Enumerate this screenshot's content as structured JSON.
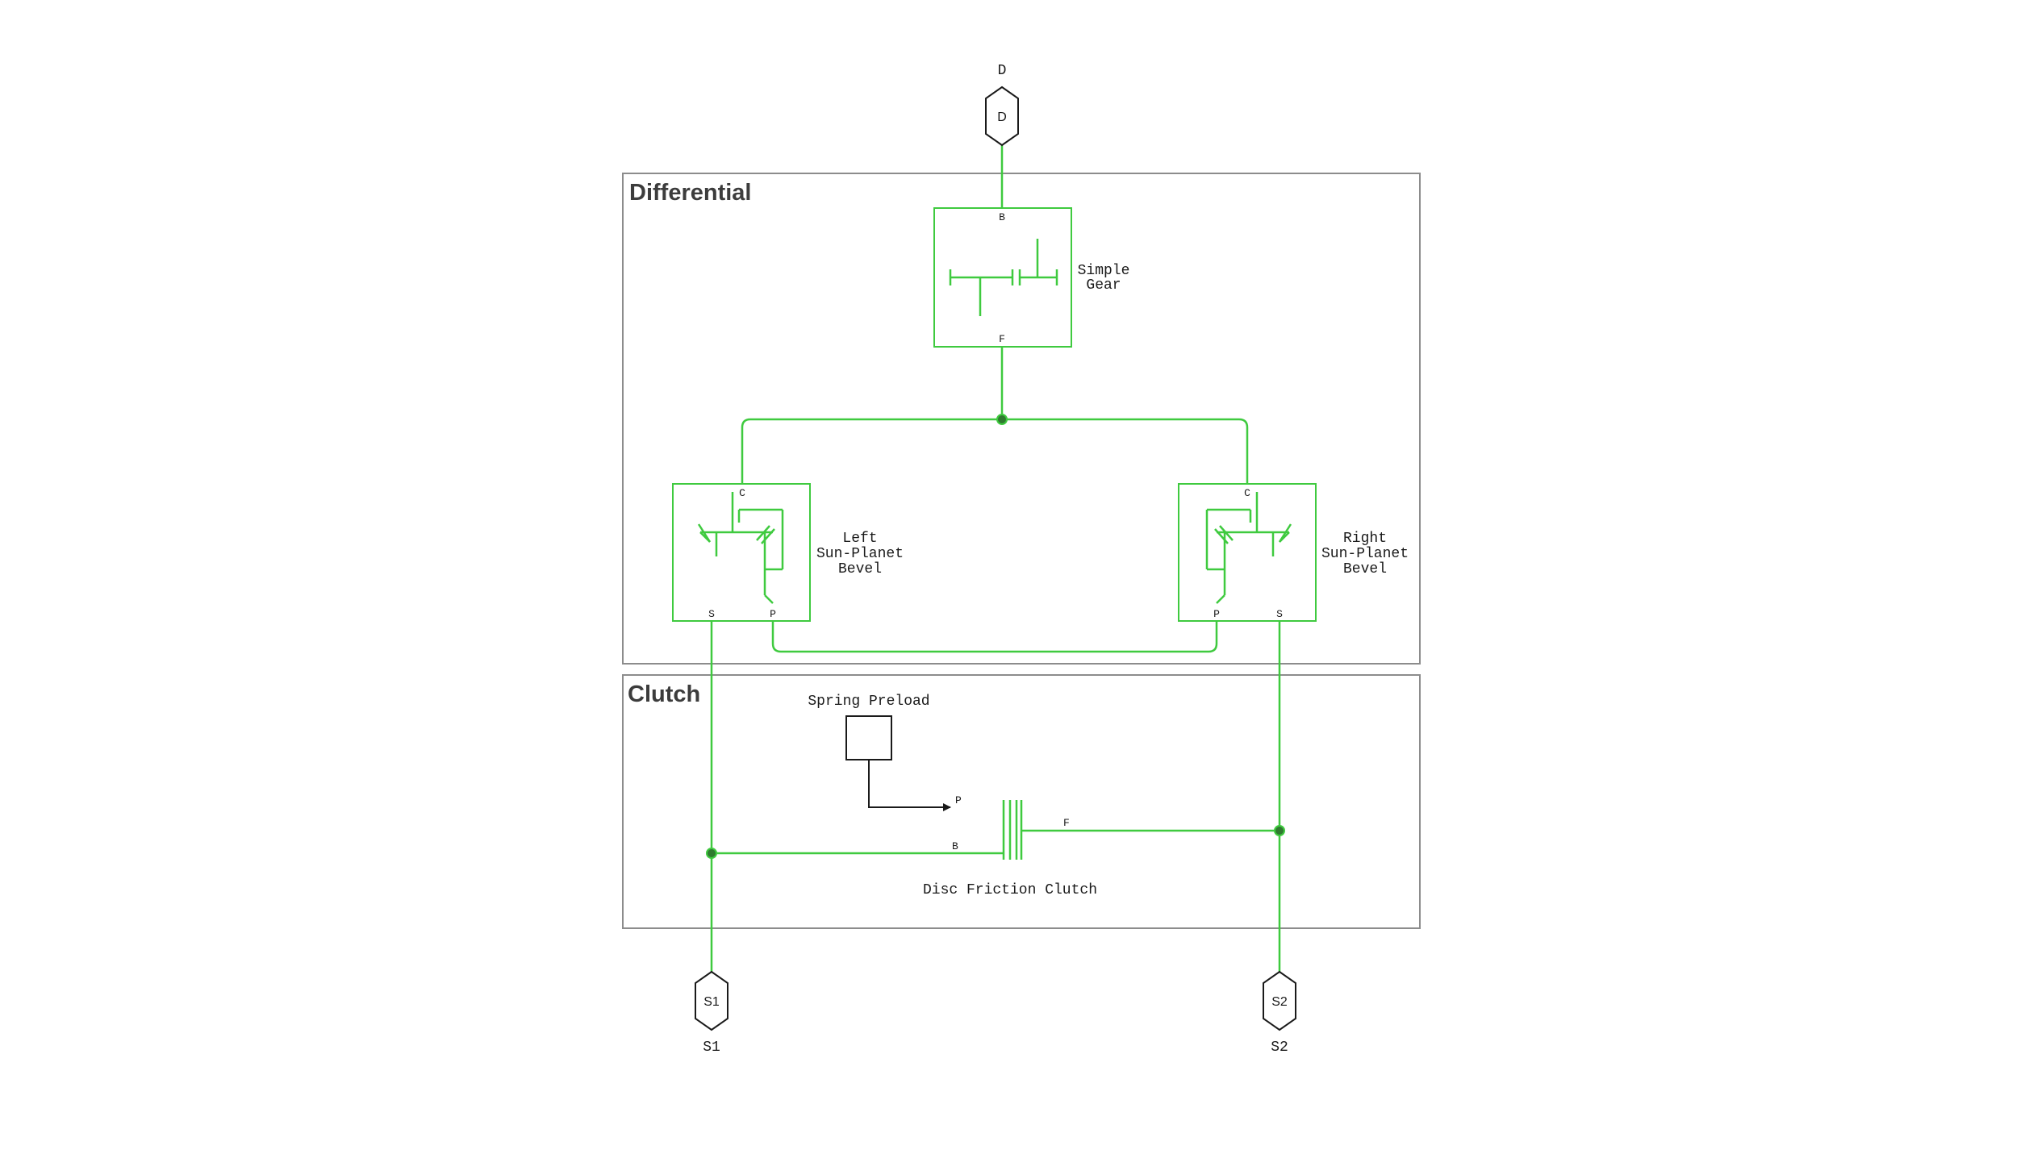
{
  "areas": {
    "differential": "Differential",
    "clutch": "Clutch"
  },
  "ports": {
    "d": {
      "symbol": "D",
      "name": "D"
    },
    "s1": {
      "symbol": "S1",
      "name": "S1"
    },
    "s2": {
      "symbol": "S2",
      "name": "S2"
    }
  },
  "blocks": {
    "simple_gear": {
      "label_line1": "Simple",
      "label_line2": "Gear",
      "port_top": "B",
      "port_bottom": "F"
    },
    "left_bevel": {
      "label_line1": "Left",
      "label_line2": "Sun-Planet",
      "label_line3": "Bevel",
      "port_top": "C",
      "port_s": "S",
      "port_p": "P"
    },
    "right_bevel": {
      "label_line1": "Right",
      "label_line2": "Sun-Planet",
      "label_line3": "Bevel",
      "port_top": "C",
      "port_s": "S",
      "port_p": "P"
    },
    "spring_preload": {
      "label": "Spring Preload"
    },
    "disc_clutch": {
      "label": "Disc Friction Clutch",
      "port_p": "P",
      "port_f": "F",
      "port_b": "B"
    }
  },
  "colors": {
    "connection": "#3fca3f",
    "signal": "#1a1a1a",
    "frame": "#8c8c8c"
  }
}
